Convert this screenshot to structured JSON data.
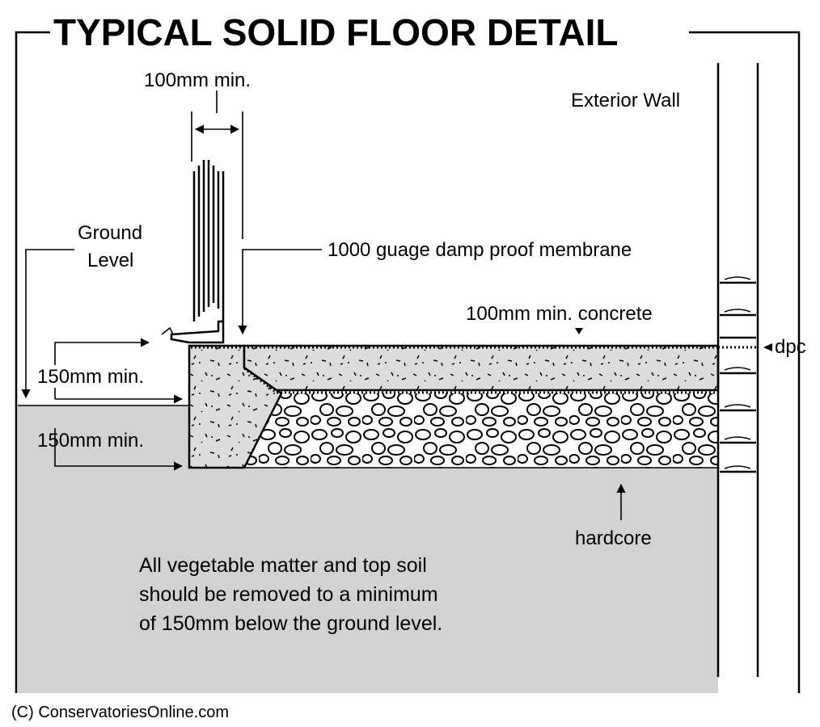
{
  "title": "TYPICAL SOLID FLOOR DETAIL",
  "labels": {
    "top_width": "100mm min.",
    "exterior_wall": "Exterior Wall",
    "ground_level_line1": "Ground",
    "ground_level_line2": "Level",
    "membrane": "1000 guage damp proof membrane",
    "concrete": "100mm min. concrete",
    "dpc": "dpc",
    "depth_upper": "150mm min.",
    "depth_lower": "150mm min.",
    "hardcore": "hardcore"
  },
  "note": {
    "line1": "All vegetable matter and top soil",
    "line2": "should be removed to a minimum",
    "line3": "of 150mm below the ground level."
  },
  "credit": "(C) ConservatoriesOnline.com",
  "colors": {
    "soil": "#d2d2d2",
    "concrete": "#dcdcdc",
    "lines": "#000000",
    "background": "#ffffff"
  }
}
